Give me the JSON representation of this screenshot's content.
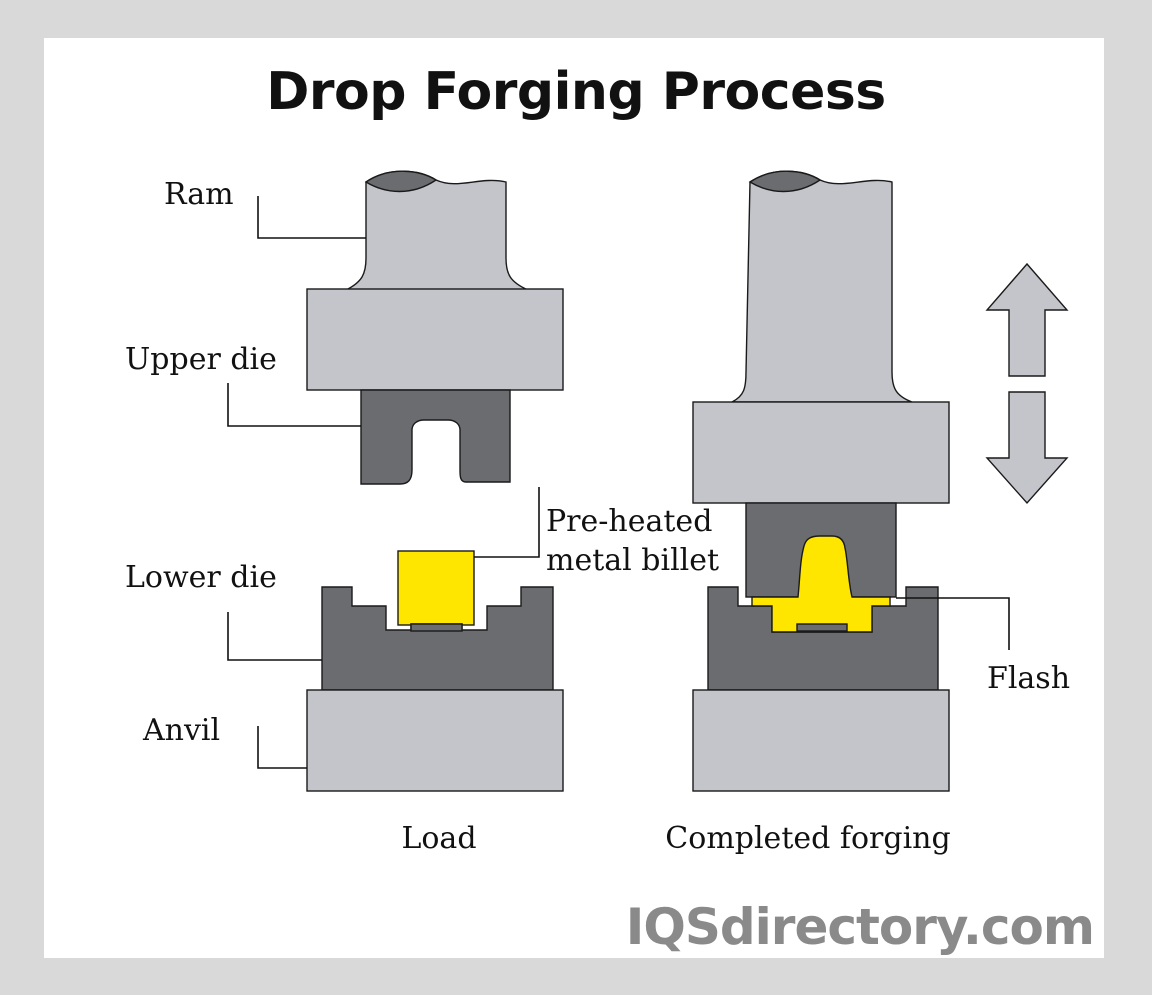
{
  "title": "Drop Forging Process",
  "labels": {
    "ram": "Ram",
    "upper_die": "Upper die",
    "billet_line1": "Pre-heated",
    "billet_line2": "metal billet",
    "lower_die": "Lower die",
    "anvil": "Anvil",
    "flash": "Flash"
  },
  "stages": {
    "load": "Load",
    "completed": "Completed forging"
  },
  "watermark": "IQSdirectory.com",
  "colors": {
    "background_frame": "#d9d9d9",
    "panel": "#ffffff",
    "steel": "#c4c5ca",
    "die": "#6b6c70",
    "billet": "#ffe600",
    "watermark": "#8a8a8a"
  },
  "icons": [
    "up-arrow-icon",
    "down-arrow-icon"
  ]
}
